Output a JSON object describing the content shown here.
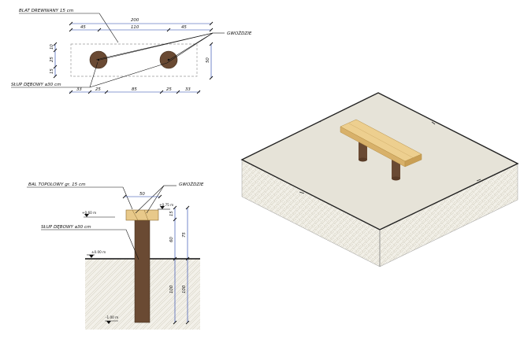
{
  "plan": {
    "label_top": "BLAT DREWNIANY 15 cm",
    "label_nails": "GWOŹDZIE",
    "label_post": "SŁUP DĘBOWY ⌀30 cm",
    "dim_total": "200",
    "dim_top": [
      "45",
      "110",
      "45"
    ],
    "dim_bottom": [
      "33",
      "25",
      "85",
      "25",
      "33"
    ],
    "dim_left": [
      "10",
      "25",
      "15"
    ],
    "dim_right": "50"
  },
  "section": {
    "label_beam": "BAL TOPOLOWY  gr. 15 cm",
    "label_nails": "GWOŹDZIE",
    "label_post": "SŁUP DĘBOWY ⌀30 cm",
    "dim_width": "50",
    "level_top": "+0.60 m",
    "level_beam": "+0.75 m",
    "level_ground": "±0.00 m",
    "level_bottom": "-1.00 m",
    "dim_right_a": [
      "15",
      "60",
      "100"
    ],
    "dim_right_b": [
      "75",
      "100"
    ]
  },
  "colors": {
    "sand": "#e6e3d8",
    "wood_plank": "#e8c98a",
    "wood_post": "#6a4a33",
    "ground": "#f1efe6"
  }
}
